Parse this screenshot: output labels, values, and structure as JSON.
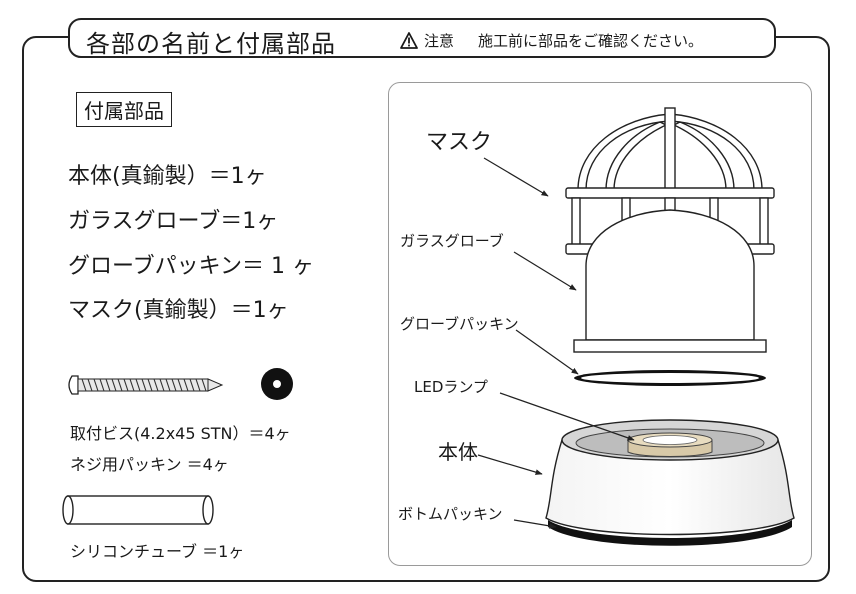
{
  "header": {
    "title": "各部の名前と付属部品",
    "notice_label": "注意",
    "notice_text": "施工前に部品をご確認ください。"
  },
  "accessories": {
    "heading": "付属部品",
    "items": [
      "本体(真鍮製）＝1ヶ",
      "ガラスグローブ＝1ヶ",
      "グローブパッキン＝ 1 ヶ",
      "マスク(真鍮製）＝1ヶ"
    ],
    "screw_line": "取付ビス(4.2x45 STN）＝4ヶ",
    "washer_line": "ネジ用パッキン ＝4ヶ",
    "tube_line": "シリコンチューブ ＝1ヶ"
  },
  "parts": {
    "mask": "マスク",
    "glass_globe": "ガラスグローブ",
    "globe_packing": "グローブパッキン",
    "led_lamp": "LEDランプ",
    "body": "本体",
    "bottom_packing": "ボトムパッキン"
  },
  "icons": {
    "warning": "warning-icon",
    "screw": "screw-icon",
    "washer": "washer-icon",
    "tube": "silicone-tube-icon"
  }
}
